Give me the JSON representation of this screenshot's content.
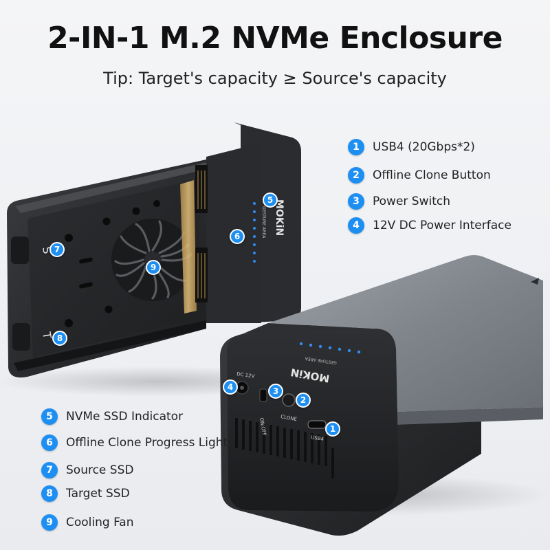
{
  "title": "2-IN-1 M.2 NVMe Enclosure",
  "subtitle": "Tip: Target's capacity ≥ Source's capacity",
  "accent_color": "#1e8ff2",
  "features_right": [
    {
      "num": "1",
      "label": "USB4 (20Gbps*2)"
    },
    {
      "num": "2",
      "label": "Offline Clone Button"
    },
    {
      "num": "3",
      "label": "Power Switch"
    },
    {
      "num": "4",
      "label": "12V DC Power Interface"
    }
  ],
  "features_left": [
    {
      "num": "5",
      "label": "NVMe SSD Indicator"
    },
    {
      "num": "6",
      "label": "Offline Clone Progress Light"
    },
    {
      "num": "7",
      "label": "Source SSD"
    },
    {
      "num": "8",
      "label": "Target SSD"
    },
    {
      "num": "9",
      "label": "Cooling Fan"
    }
  ],
  "device_labels": {
    "brand": "MOKiN",
    "gesture_area": "GESTURE AREA",
    "source_letter": "S",
    "target_letter": "T",
    "dc_label": "DC 12V",
    "onoff_label": "ON/OFF",
    "clone_label": "CLONE",
    "usb4_label": "USB4"
  }
}
